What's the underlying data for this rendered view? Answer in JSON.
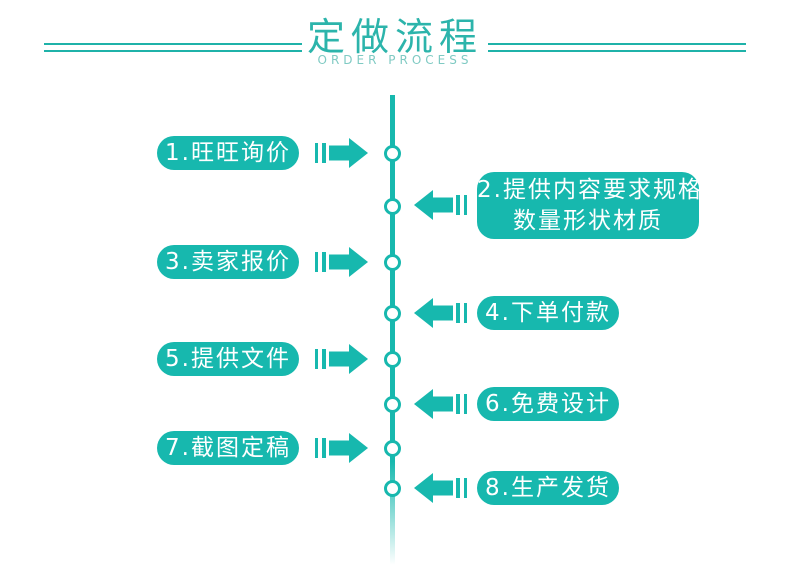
{
  "header": {
    "title": "定做流程",
    "subtitle": "ORDER PROCESS"
  },
  "colors": {
    "accent_teal": "#17b8ae",
    "title_text": "#2cb4ab",
    "subtitle_text": "#7fcac3",
    "pill_text": "#ffffff",
    "background": "#ffffff"
  },
  "timeline": {
    "node_count": 8
  },
  "steps": [
    {
      "side": "left",
      "label": "1.旺旺询价"
    },
    {
      "side": "right",
      "label": "2.提供内容要求规格",
      "label2": "数量形状材质"
    },
    {
      "side": "left",
      "label": "3.卖家报价"
    },
    {
      "side": "right",
      "label": "4.下单付款"
    },
    {
      "side": "left",
      "label": "5.提供文件"
    },
    {
      "side": "right",
      "label": "6.免费设计"
    },
    {
      "side": "left",
      "label": "7.截图定稿"
    },
    {
      "side": "right",
      "label": "8.生产发货"
    }
  ]
}
